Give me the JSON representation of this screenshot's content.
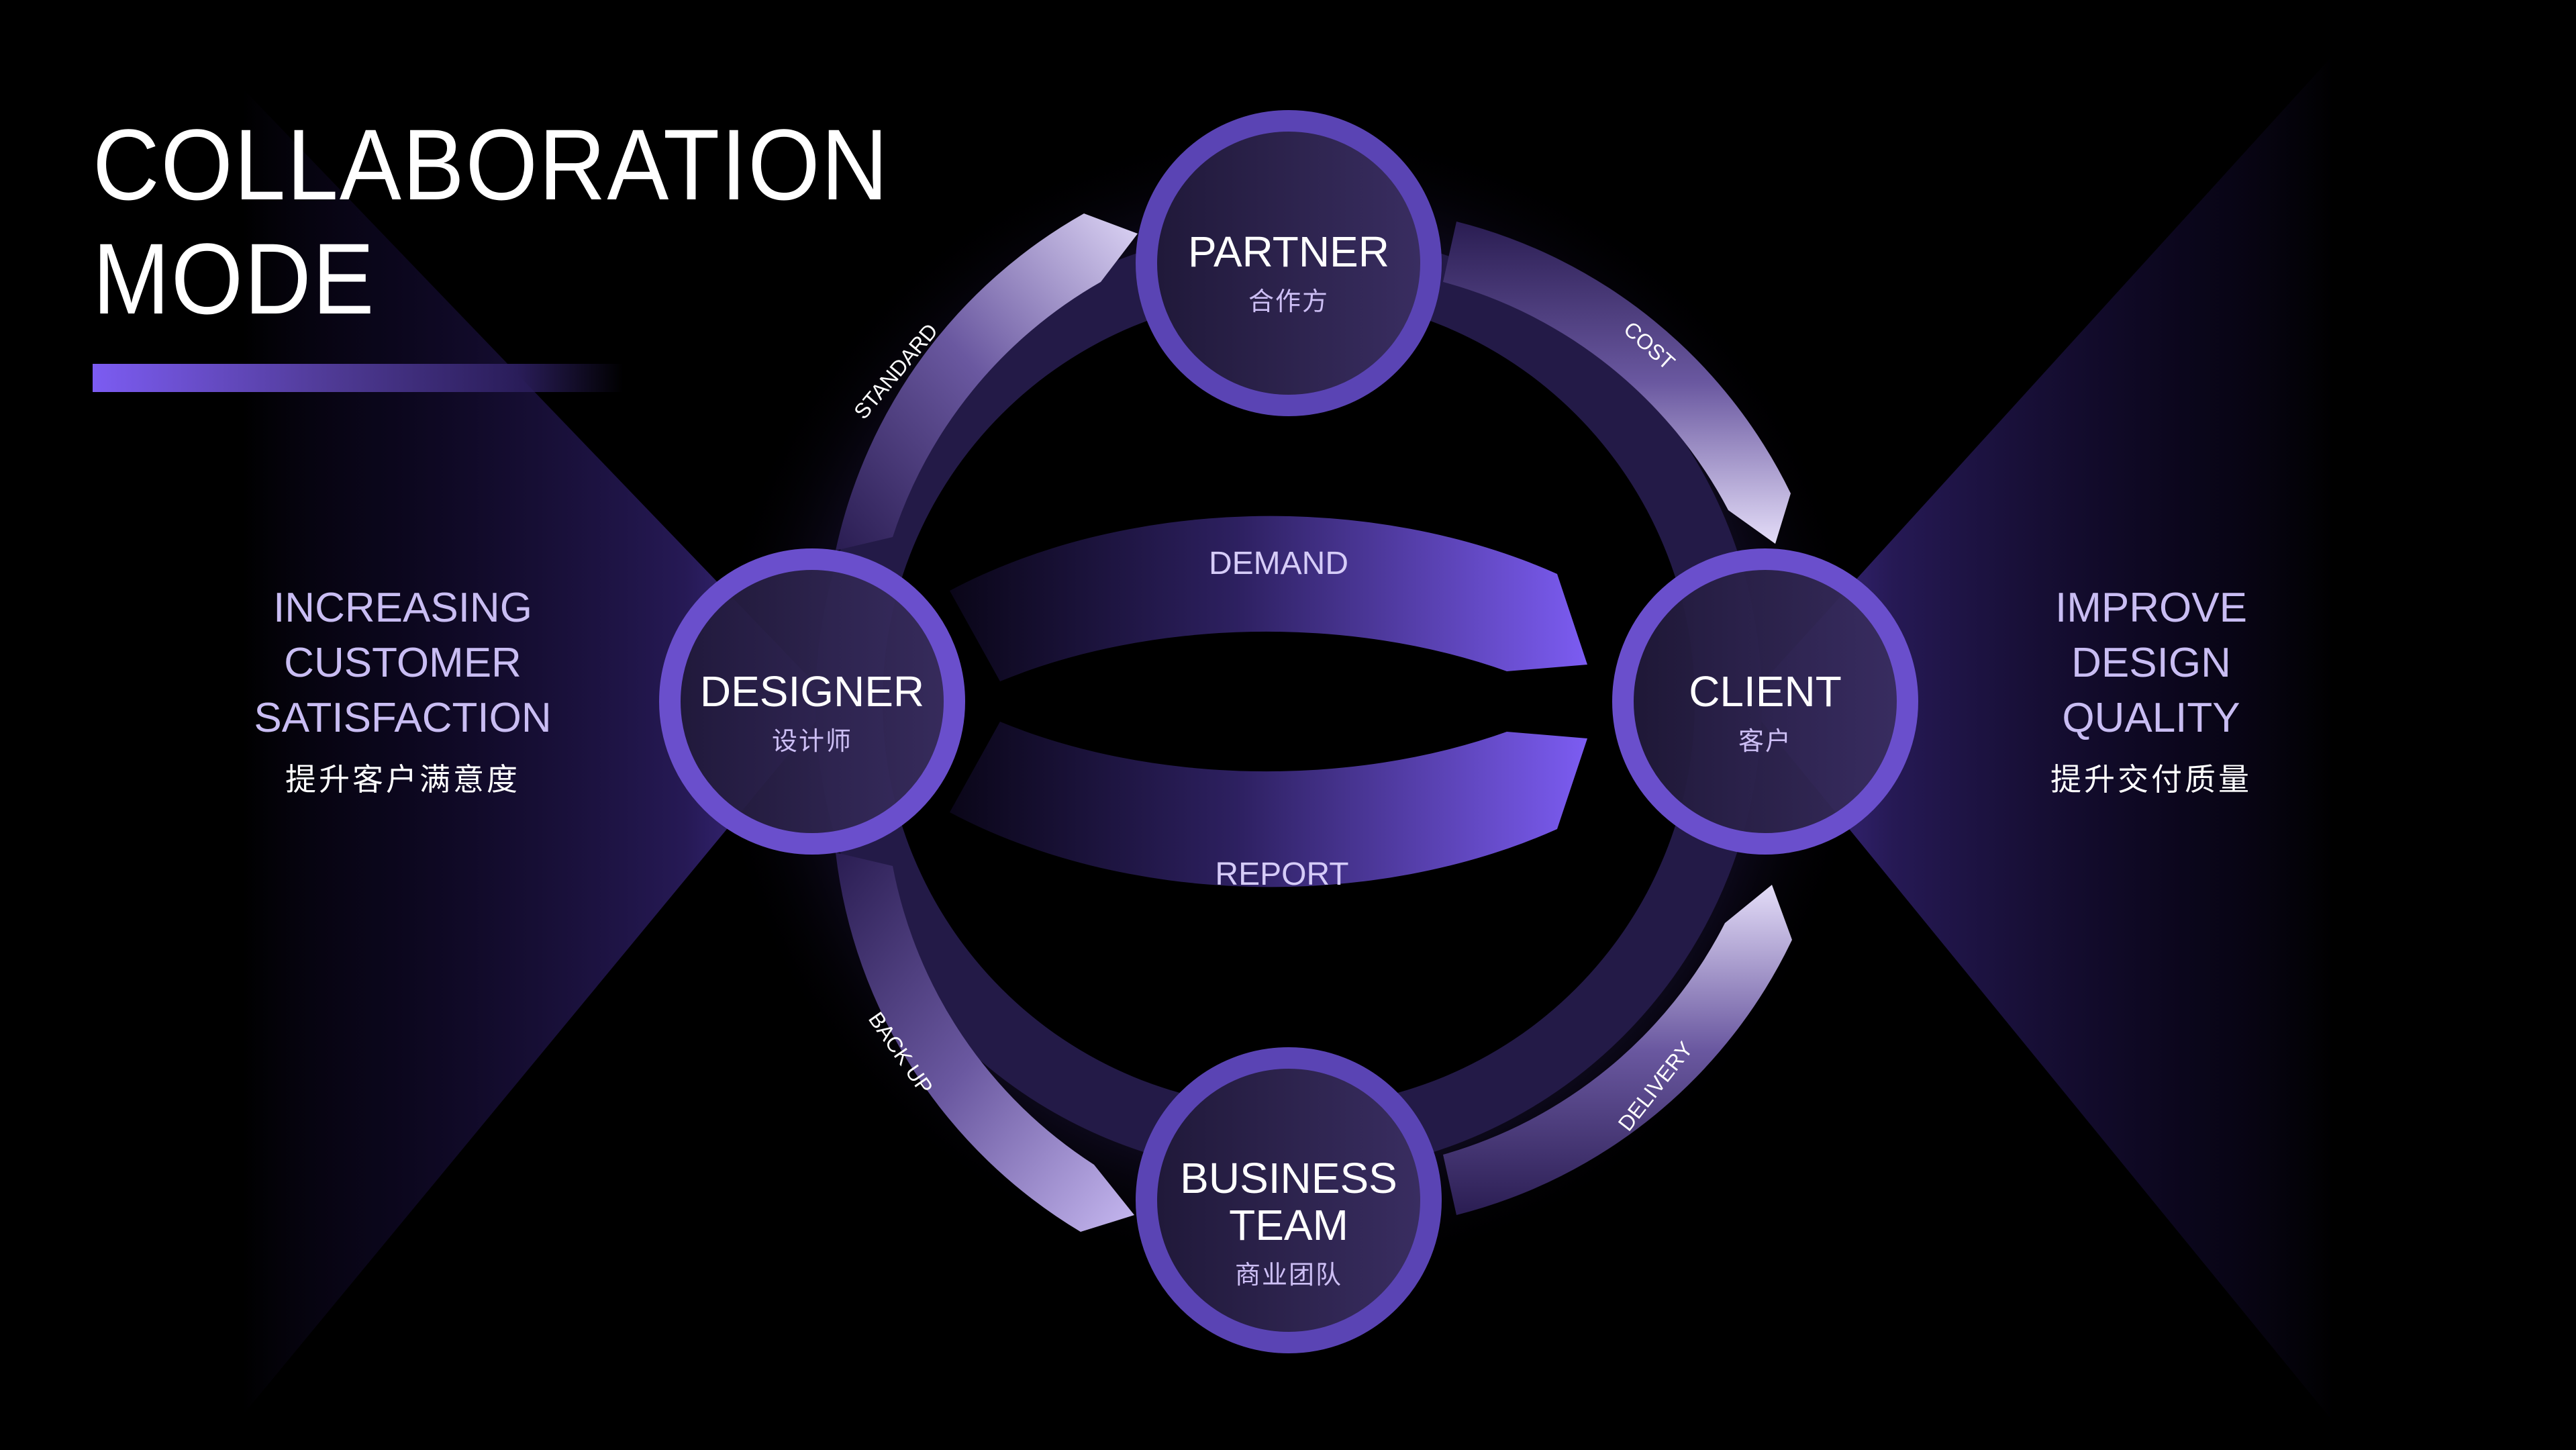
{
  "title": {
    "line1": "COLLABORATION",
    "line2": "MODE"
  },
  "left_goal": {
    "lines": [
      "INCREASING",
      "CUSTOMER",
      "SATISFACTION"
    ],
    "cn": "提升客户满意度"
  },
  "right_goal": {
    "lines": [
      "IMPROVE",
      "DESIGN",
      "QUALITY"
    ],
    "cn": "提升交付质量"
  },
  "nodes": {
    "partner": {
      "en": "PARTNER",
      "cn": "合作方"
    },
    "designer": {
      "en": "DESIGNER",
      "cn": "设计师"
    },
    "client": {
      "en": "CLIENT",
      "cn": "客户"
    },
    "business": {
      "en_line1": "BUSINESS",
      "en_line2": "TEAM",
      "cn": "商业团队"
    }
  },
  "flows": {
    "standard": "STANDARD",
    "cost": "COST",
    "back_up": "BACK UP",
    "delivery": "DELIVERY",
    "demand": "DEMAND",
    "report": "REPORT"
  },
  "colors": {
    "background": "#000000",
    "accent": "#7c5cf2",
    "ring": "#5f45b8",
    "node_fill": "#2a2048",
    "label_lavender": "#c9bdf3"
  }
}
